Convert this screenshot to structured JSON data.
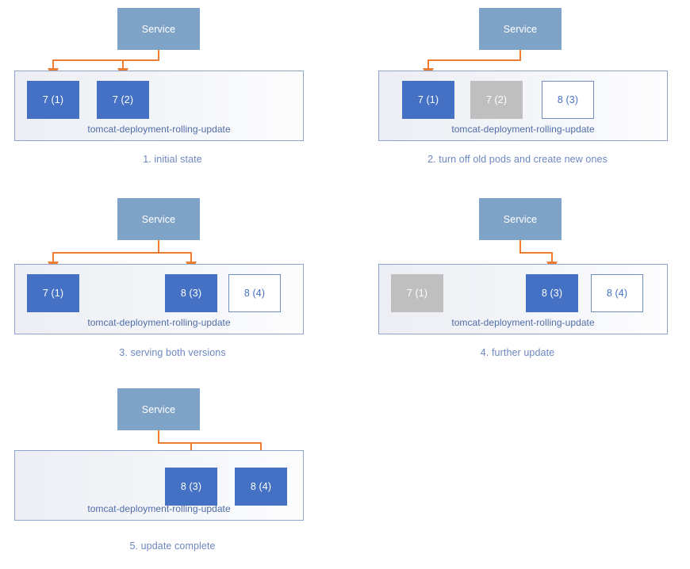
{
  "diagram": {
    "title": "Kubernetes rolling update sequence",
    "service_label": "Service",
    "deployment_label": "tomcat-deployment-rolling-update",
    "colors": {
      "service": "#7fa3c7",
      "pod_active": "#4471c4",
      "pod_terminating": "#bfbfbf",
      "pod_pending_border": "#6f8fc4",
      "pod_pending_text": "#4471c4",
      "connector": "#ed7d31",
      "deployment_border": "#8ea5cb",
      "deployment_fill": "#f2f4f8",
      "caption_text": "#6c87c0",
      "deployment_label_text": "#4f6da8"
    },
    "panels": [
      {
        "id": "panel-1",
        "caption": "1. initial state",
        "service": {
          "label": "Service"
        },
        "deployment": {
          "label": "tomcat-deployment-rolling-update"
        },
        "pods": [
          {
            "label": "7 (1)",
            "state": "active",
            "slot": 0
          },
          {
            "label": "7 (2)",
            "state": "active",
            "slot": 1
          }
        ],
        "arrow_slots": [
          0,
          1
        ]
      },
      {
        "id": "panel-2",
        "caption": "2. turn off old pods and create new ones",
        "service": {
          "label": "Service"
        },
        "deployment": {
          "label": "tomcat-deployment-rolling-update"
        },
        "pods": [
          {
            "label": "7 (1)",
            "state": "active",
            "slot": 0
          },
          {
            "label": "7 (2)",
            "state": "terminating",
            "slot": 1
          },
          {
            "label": "8 (3)",
            "state": "pending",
            "slot": 2
          }
        ],
        "arrow_slots": [
          0
        ]
      },
      {
        "id": "panel-3",
        "caption": "3. serving both versions",
        "service": {
          "label": "Service"
        },
        "deployment": {
          "label": "tomcat-deployment-rolling-update"
        },
        "pods": [
          {
            "label": "7 (1)",
            "state": "active",
            "slot": 0
          },
          {
            "label": "8 (3)",
            "state": "active",
            "slot": 2
          },
          {
            "label": "8 (4)",
            "state": "pending",
            "slot": 3
          }
        ],
        "arrow_slots": [
          0,
          2
        ]
      },
      {
        "id": "panel-4",
        "caption": "4. further update",
        "service": {
          "label": "Service"
        },
        "deployment": {
          "label": "tomcat-deployment-rolling-update"
        },
        "pods": [
          {
            "label": "7 (1)",
            "state": "terminating",
            "slot": 0
          },
          {
            "label": "8 (3)",
            "state": "active",
            "slot": 2
          },
          {
            "label": "8 (4)",
            "state": "pending",
            "slot": 3
          }
        ],
        "arrow_slots": [
          2
        ]
      },
      {
        "id": "panel-5",
        "caption": "5. update complete",
        "service": {
          "label": "Service"
        },
        "deployment": {
          "label": "tomcat-deployment-rolling-update"
        },
        "pods": [
          {
            "label": "8 (3)",
            "state": "active",
            "slot": 2
          },
          {
            "label": "8 (4)",
            "state": "active",
            "slot": 3
          }
        ],
        "arrow_slots": [
          2,
          3
        ]
      }
    ]
  }
}
